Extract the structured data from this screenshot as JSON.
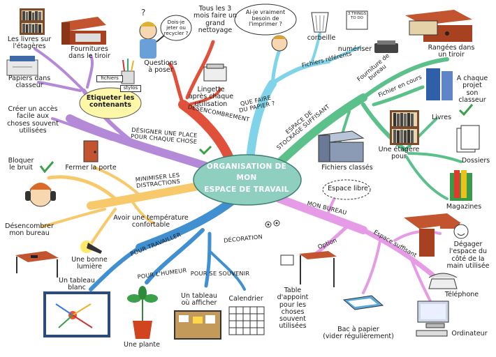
{
  "center": {
    "line1": "ORGANISATION DE MON",
    "line2": "ESPACE DE TRAVAIL"
  },
  "colors": {
    "desencombrement": "#e0503a",
    "designer": "#b48ad8",
    "distractions": "#f7c96b",
    "travailler": "#3f8fd1",
    "quefaire": "#7fd4ea",
    "stockage": "#5cc08a",
    "bureau": "#e59be6",
    "center_fill": "#8fcfc0"
  },
  "branches": {
    "desencombrement": "DÉSENCOMBREMENT",
    "designer": "DÉSIGNER UNE PLACE\nPOUR CHAQUE CHOSE",
    "distractions": "MINIMISER LES\nDISTRACTIONS",
    "travailler": "POUR TRAVAILLER",
    "decoration": "DÉCORATION",
    "humeur": "POUR L'HUMEUR",
    "souvenir": "POUR SE SOUVENIR",
    "quefaire": "QUE FAIRE\nDU PAPIER ?",
    "stockage": "ESPACE DE\nSTOCKAGE SUFFISANT",
    "fourniture": "Fourniture de\nbureau",
    "fichier_cours": "Fichier en cours",
    "fichiers_referents": "Fichiers référents",
    "mon_bureau": "MON BUREAU",
    "espace_suffisant": "Espace suffisant",
    "option": "Option"
  },
  "labels": {
    "livres_etageres": "Les livres sur\nl'étagères",
    "fournitures_tiroir": "Fournitures\ndans le tiroir",
    "papiers_classeur": "Papiers dans\nclasseur",
    "etiqueter": "Etiqueter les\ncontenants",
    "tag_fichiers": "fichiers",
    "tag_stylos": "stylos",
    "acces_facile": "Créer un accès\nfacile aux\nchoses souvent\nutilisées",
    "questions": "Questions\nà poser",
    "bubble_dois": "Dois-je\njeter ou\nrecycler ?",
    "nettoyage": "Tous les 3\nmois faire un\ngrand\nnettoyage",
    "lingette": "Lingette\naprès chaque\nutilisation",
    "bubble_besoin": "Ai-je vraiment\nbesoin de\nl'imprimer ?",
    "corbeille": "corbeille",
    "numeriser": "numériser",
    "ranges_tiroir": "Rangées dans\nun tiroir",
    "chaque_projet": "A chaque\nprojet\nson\nclasseur",
    "livres": "Livres",
    "dossiers": "Dossiers",
    "magazines": "Magazines",
    "etagere_pour": "Une étagère\npour",
    "fichiers_classes": "Fichiers classés",
    "bloquer_bruit": "Bloquer\nle bruit",
    "fermer_porte": "Fermer la porte",
    "temperature": "Avoir une température\nconfortable",
    "desencombrer": "Désencombrer\nmon bureau",
    "lumiere": "Une bonne\nlumière",
    "tableau_blanc": "Un tableau\nblanc",
    "plante": "Une plante",
    "tableau_afficher": "Un tableau\noù afficher",
    "calendrier": "Calendrier",
    "espace_libre": "Espace libre",
    "degager": "Dégager\nl'espace du\ncôté de la\nmain utilisée",
    "telephone": "Téléphone",
    "ordinateur": "Ordinateur",
    "bac_papier": "Bac à papier\n(vider régulièrement)",
    "table_appoint": "Table\nd'appoint\npour les\nchoses\nsouvent\nutilisées",
    "note_card": "3 THINGS\nTO DO"
  }
}
